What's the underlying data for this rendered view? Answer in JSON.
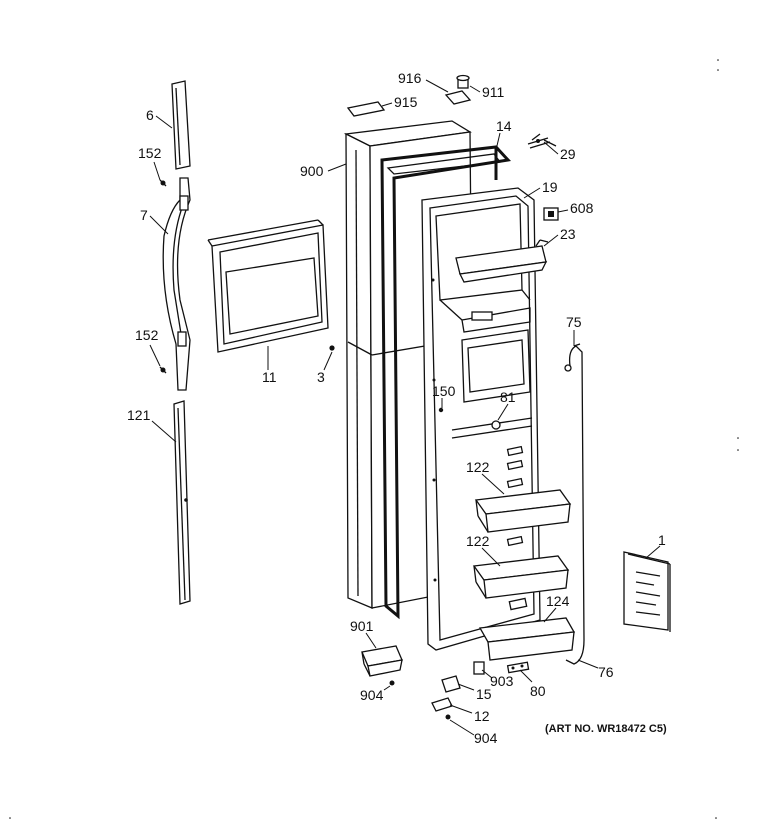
{
  "diagram": {
    "art_number": "(ART NO. WR18472 C5)",
    "callouts": {
      "p6": "6",
      "p152a": "152",
      "p7": "7",
      "p152b": "152",
      "p121": "121",
      "p11": "11",
      "p3": "3",
      "p900": "900",
      "p916": "916",
      "p911": "911",
      "p915": "915",
      "p14": "14",
      "p29": "29",
      "p19": "19",
      "p608": "608",
      "p23": "23",
      "p75": "75",
      "p150": "150",
      "p81": "81",
      "p122a": "122",
      "p122b": "122",
      "p124": "124",
      "p1": "1",
      "p76": "76",
      "p901": "901",
      "p904a": "904",
      "p903": "903",
      "p80": "80",
      "p15": "15",
      "p12": "12",
      "p904b": "904"
    }
  }
}
